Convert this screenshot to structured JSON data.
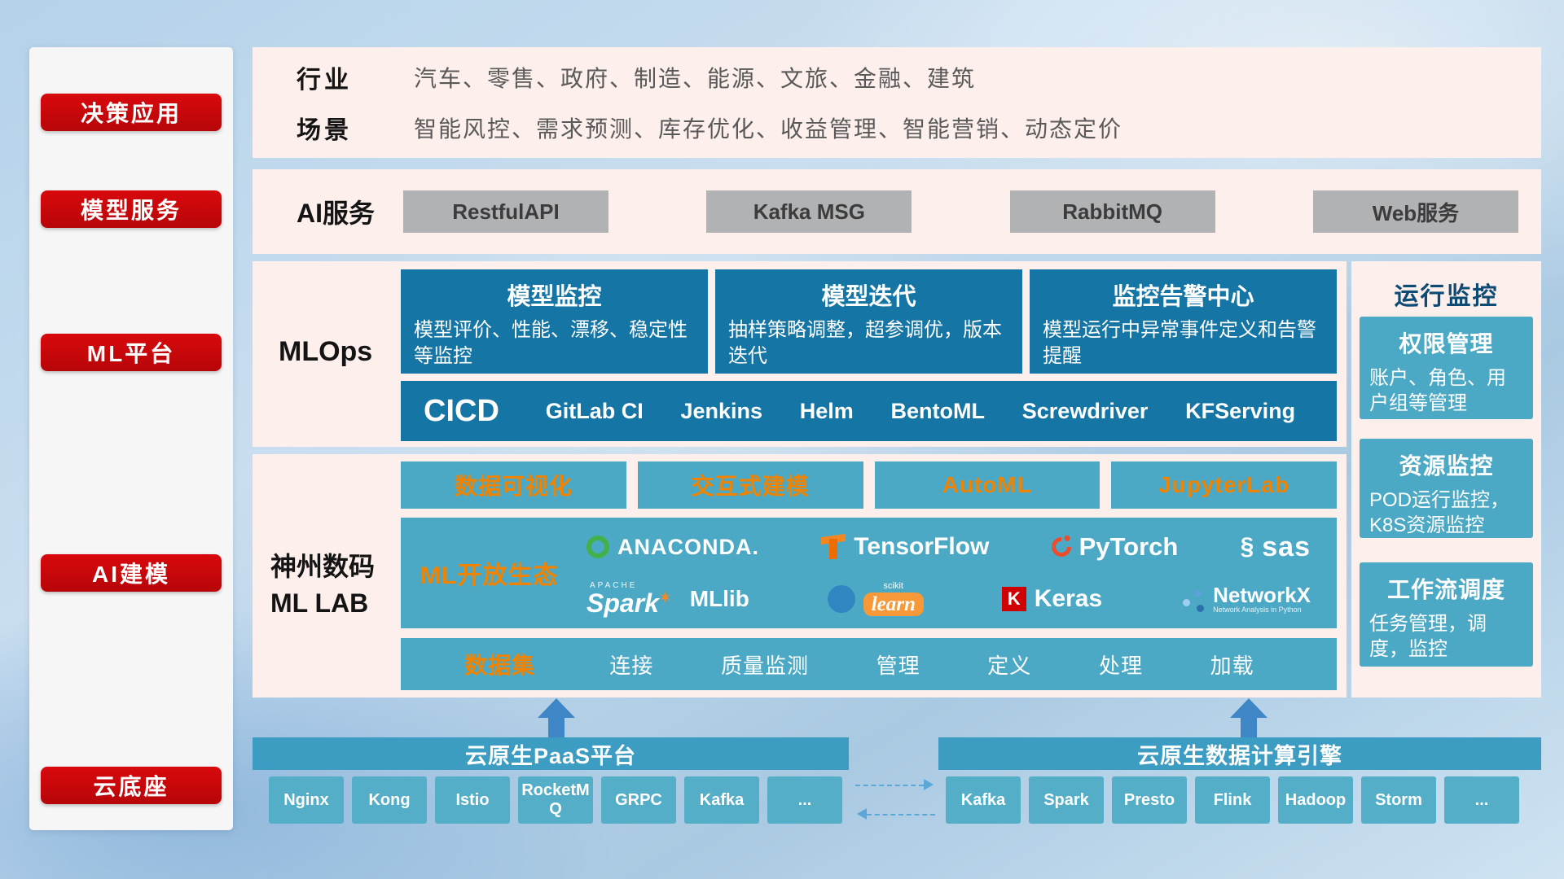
{
  "sidebar": {
    "items": [
      {
        "label": "决策应用"
      },
      {
        "label": "模型服务"
      },
      {
        "label": "ML平台"
      },
      {
        "label": "AI建模"
      },
      {
        "label": "云底座"
      }
    ]
  },
  "industry": {
    "rows": [
      {
        "label": "行业",
        "value": "汽车、零售、政府、制造、能源、文旅、金融、建筑"
      },
      {
        "label": "场景",
        "value": "智能风控、需求预测、库存优化、收益管理、智能营销、动态定价"
      }
    ]
  },
  "ai_service": {
    "label": "AI服务",
    "buttons": [
      "RestfulAPI",
      "Kafka MSG",
      "RabbitMQ",
      "Web服务"
    ]
  },
  "mlops": {
    "label": "MLOps",
    "cards": [
      {
        "title": "模型监控",
        "desc": "模型评价、性能、漂移、稳定性等监控"
      },
      {
        "title": "模型迭代",
        "desc": "抽样策略调整，超参调优，版本迭代"
      },
      {
        "title": "监控告警中心",
        "desc": "模型运行中异常事件定义和告警提醒"
      }
    ],
    "cicd_label": "CICD",
    "cicd_tools": [
      "GitLab CI",
      "Jenkins",
      "Helm",
      "BentoML",
      "Screwdriver",
      "KFServing"
    ]
  },
  "monitor": {
    "title": "运行监控",
    "cards": [
      {
        "title": "权限管理",
        "desc": "账户、角色、用户组等管理"
      },
      {
        "title": "资源监控",
        "desc": "POD运行监控，K8S资源监控"
      },
      {
        "title": "工作流调度",
        "desc": "任务管理，调度，监控"
      }
    ]
  },
  "mllab": {
    "label_line1": "神州数码",
    "label_line2": "ML LAB",
    "tools": [
      "数据可视化",
      "交互式建模",
      "AutoML",
      "JupyterLab"
    ],
    "ecosystem_label": "ML开放生态",
    "logos": {
      "anaconda": "ANACONDA.",
      "tensorflow": "TensorFlow",
      "pytorch": "PyTorch",
      "sas": "sas",
      "spark_small": "APACHE",
      "spark": "Spark",
      "spark_star": "✶",
      "mllib": "MLlib",
      "scikit_small": "scikit",
      "scikit": "learn",
      "keras_k": "K",
      "keras": "Keras",
      "networkx": "NetworkX",
      "networkx_sub": "Network Analysis in Python",
      "sas_icon": "§"
    },
    "dataset_label": "数据集",
    "dataset_items": [
      "连接",
      "质量监测",
      "管理",
      "定义",
      "处理",
      "加载"
    ]
  },
  "cloud": {
    "paas": {
      "title": "云原生PaaS平台",
      "items": [
        "Nginx",
        "Kong",
        "Istio",
        "RocketMQ",
        "GRPC",
        "Kafka",
        "..."
      ]
    },
    "engine": {
      "title": "云原生数据计算引擎",
      "items": [
        "Kafka",
        "Spark",
        "Presto",
        "Flink",
        "Hadoop",
        "Storm",
        "..."
      ]
    }
  },
  "colors": {
    "accent_red": "#c9080b",
    "deep_blue": "#1575a5",
    "teal": "#4ba9c6",
    "header_teal": "#3d9cc2",
    "orange": "#f08300",
    "pink_band": "#fdefec",
    "arrow_blue": "#3e86c6"
  }
}
